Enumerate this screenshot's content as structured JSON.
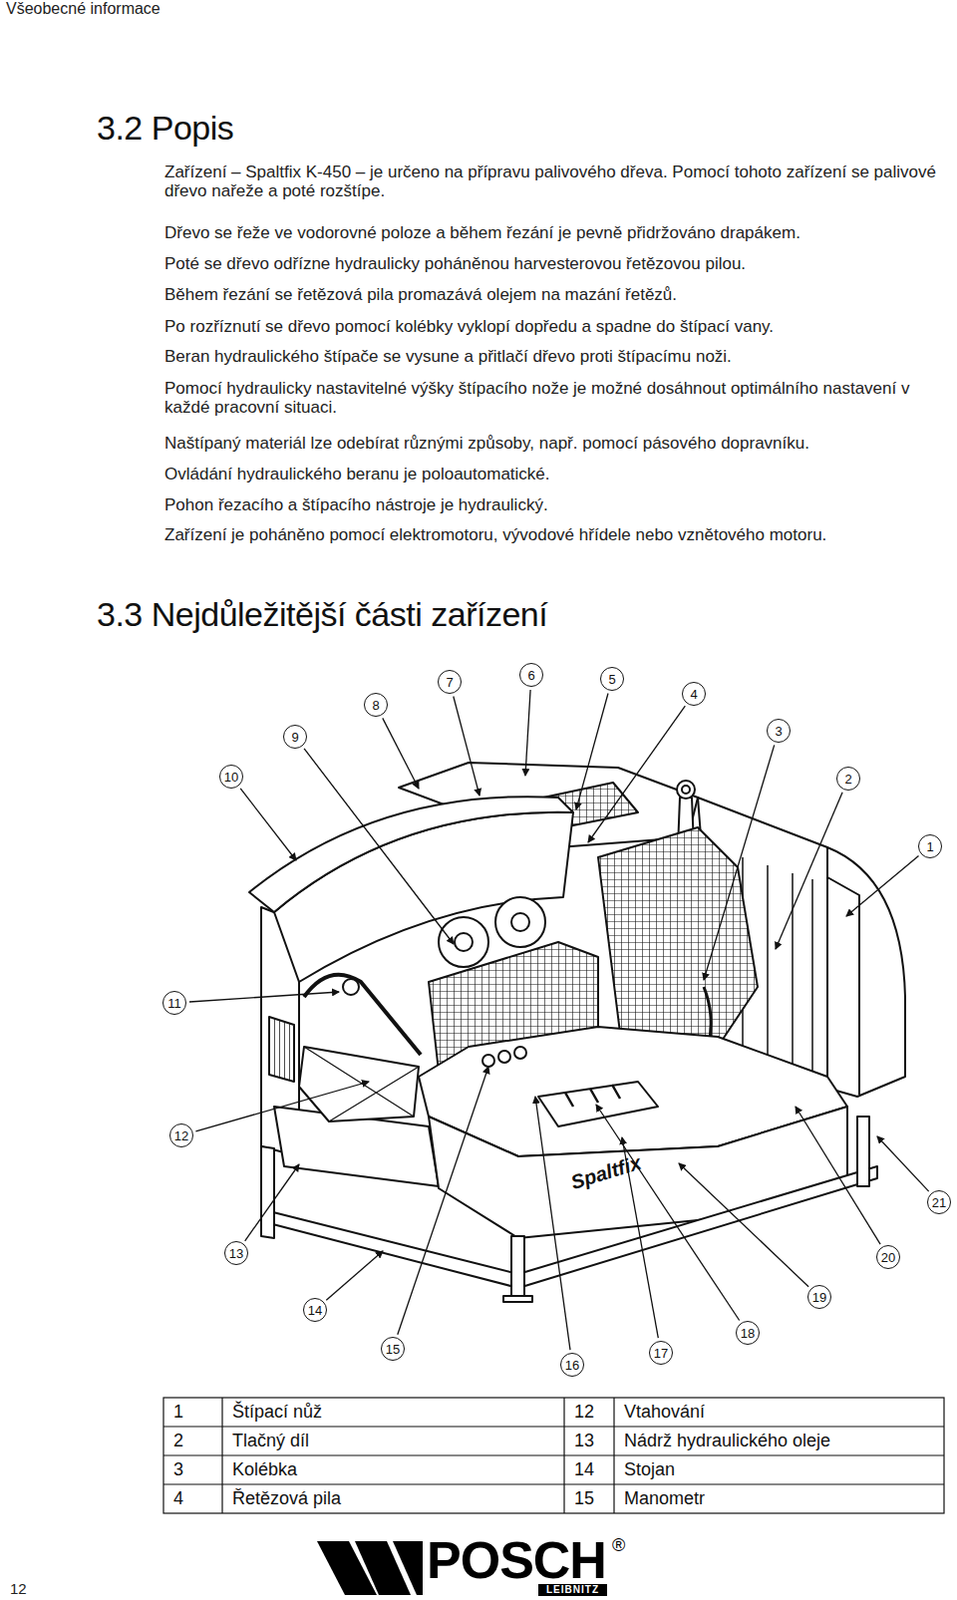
{
  "diagram": {
    "labels": [
      "Všeobecné informace",
      "3.2 Popis",
      "Zařízení – Spaltfix K-450 – je určeno na přípravu palivového dřeva. Pomocí tohoto zařízení se palivové dřevo nařeže a poté rozštípe.",
      "Dřevo se řeže ve vodorovné poloze a během řezání je pevně přidržováno drapákem.",
      "Poté se dřevo odřízne hydraulicky poháněnou harvesterovou řetězovou pilou.",
      "Během řezání se řetězová pila promazává olejem na mazání řetězů.",
      "Po rozříznutí se dřevo pomocí kolébky vyklopí dopředu a spadne do štípací vany.",
      "Beran hydraulického štípače se vysune a přitlačí dřevo proti štípacímu noži.",
      "Pomocí hydraulicky nastavitelné výšky štípacího nože je možné dosáhnout optimálního nastavení v každé pracovní situaci.",
      "Naštípaný materiál lze odebírat různými způsoby, např. pomocí pásového dopravníku.",
      "Ovládání hydraulického beranu je poloautomatické.",
      "Pohon řezacího a štípacího nástroje je hydraulický.",
      "Zařízení je poháněno pomocí elektromotoru, vývodové hřídele nebo vznětového motoru.",
      "3.3 Nejdůležitější části zařízení",
      "1",
      "2",
      "3",
      "4",
      "5",
      "6",
      "7",
      "8",
      "9",
      "10",
      "11",
      "12",
      "13",
      "14",
      "15",
      "16",
      "17",
      "18",
      "19",
      "20",
      "21",
      "Spaltfix",
      "1",
      "Štípací nůž",
      "12",
      "Vtahování",
      "2",
      "Tlačný díl",
      "13",
      "Nádrž hydraulického oleje",
      "3",
      "Kolébka",
      "14",
      "Stojan",
      "4",
      "Řetězová pila",
      "15",
      "Manometr",
      "12",
      "POSCH",
      "LEIBNITZ",
      "®"
    ]
  }
}
